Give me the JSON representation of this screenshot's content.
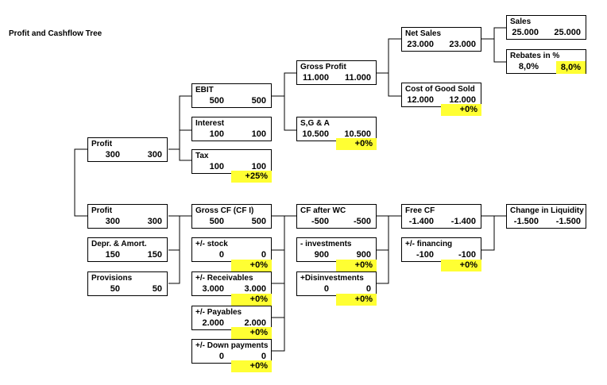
{
  "title": "Profit and Cashflow Tree",
  "highlight_color": "#ffff33",
  "nodes": {
    "profit_top": {
      "label": "Profit",
      "v1": "300",
      "v2": "300"
    },
    "ebit": {
      "label": "EBIT",
      "v1": "500",
      "v2": "500"
    },
    "interest": {
      "label": "Interest",
      "v1": "100",
      "v2": "100"
    },
    "tax": {
      "label": "Tax",
      "v1": "100",
      "v2": "100",
      "delta": "+25%"
    },
    "gross_profit": {
      "label": "Gross Profit",
      "v1": "11.000",
      "v2": "11.000"
    },
    "sga": {
      "label": "S,G & A",
      "v1": "10.500",
      "v2": "10.500",
      "delta": "+0%"
    },
    "net_sales": {
      "label": "Net Sales",
      "v1": "23.000",
      "v2": "23.000"
    },
    "cogs": {
      "label": "Cost of Good Sold",
      "v1": "12.000",
      "v2": "12.000",
      "delta": "+0%"
    },
    "sales": {
      "label": "Sales",
      "v1": "25.000",
      "v2": "25.000"
    },
    "rebates": {
      "label": "Rebates in %",
      "v1": "8,0%",
      "v2": "8,0%"
    },
    "profit_bottom": {
      "label": "Profit",
      "v1": "300",
      "v2": "300"
    },
    "depr": {
      "label": "Depr. & Amort.",
      "v1": "150",
      "v2": "150"
    },
    "provisions": {
      "label": "Provisions",
      "v1": "50",
      "v2": "50"
    },
    "gross_cf": {
      "label": "Gross CF (CF I)",
      "v1": "500",
      "v2": "500"
    },
    "stock": {
      "label": "+/- stock",
      "v1": "0",
      "v2": "0",
      "delta": "+0%"
    },
    "receivables": {
      "label": "+/- Receivables",
      "v1": "3.000",
      "v2": "3.000",
      "delta": "+0%"
    },
    "payables": {
      "label": "+/- Payables",
      "v1": "2.000",
      "v2": "2.000",
      "delta": "+0%"
    },
    "down_payments": {
      "label": "+/- Down payments",
      "v1": "0",
      "v2": "0",
      "delta": "+0%"
    },
    "cf_after_wc": {
      "label": "CF after WC",
      "v1": "-500",
      "v2": "-500"
    },
    "investments": {
      "label": "- investments",
      "v1": "900",
      "v2": "900",
      "delta": "+0%"
    },
    "disinvestments": {
      "label": "+Disinvestments",
      "v1": "0",
      "v2": "0",
      "delta": "+0%"
    },
    "free_cf": {
      "label": "Free CF",
      "v1": "-1.400",
      "v2": "-1.400"
    },
    "financing": {
      "label": "+/- financing",
      "v1": "-100",
      "v2": "-100",
      "delta": "+0%"
    },
    "liquidity": {
      "label": "Change in Liquidity",
      "v1": "-1.500",
      "v2": "-1.500"
    }
  }
}
